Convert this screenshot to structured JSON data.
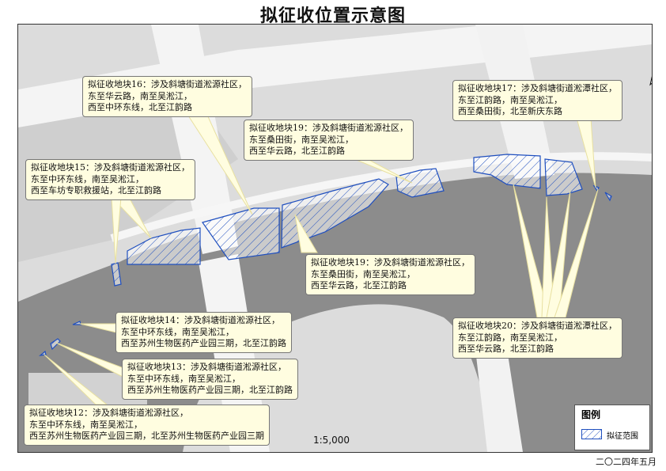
{
  "title": "拟征收位置示意图",
  "scale": "1:5,000",
  "date": "二〇二四年五月",
  "north_label": "N",
  "legend": {
    "title": "图例",
    "item_label": "拟征范围"
  },
  "colors": {
    "parcel_stroke": "#1f4fbf",
    "callout_bg": "#fffde0",
    "water": "#8a8a8a",
    "road": "#ffffff",
    "land": "#dcdcdc"
  },
  "callouts": [
    {
      "id": "16",
      "lines": [
        "拟征收地块16：涉及斜塘街道淞源社区，",
        "东至华云路，南至吴淞江，",
        "西至中环东线，北至江韵路"
      ]
    },
    {
      "id": "17",
      "lines": [
        "拟征收地块17：涉及斜塘街道淞潭社区，",
        "东至江韵路，南至吴淞江，",
        "西至桑田街，北至新庆东路"
      ]
    },
    {
      "id": "19a",
      "lines": [
        "拟征收地块19：涉及斜塘街道淞源社区，",
        "东至桑田街，南至吴淞江，",
        "西至华云路，北至江韵路"
      ]
    },
    {
      "id": "15",
      "lines": [
        "拟征收地块15：涉及斜塘街道淞源社区，",
        "东至中环东线，南至吴淞江，",
        "西至车坊专职救援站，北至江韵路"
      ]
    },
    {
      "id": "19b",
      "lines": [
        "拟征收地块19：涉及斜塘街道淞源社区，",
        "东至桑田街，南至吴淞江，",
        "西至华云路，北至江韵路"
      ]
    },
    {
      "id": "14",
      "lines": [
        "拟征收地块14：涉及斜塘街道淞源社区，",
        "东至中环东线，南至吴淞江，",
        "西至苏州生物医药产业园三期，北至江韵路"
      ]
    },
    {
      "id": "20",
      "lines": [
        "拟征收地块20：涉及斜塘街道淞潭社区，",
        "东至江韵路，南至吴淞江，",
        "西至华云路，北至江韵路"
      ]
    },
    {
      "id": "13",
      "lines": [
        "拟征收地块13：涉及斜塘街道淞源社区，",
        "东至中环东线，南至吴淞江，",
        "西至苏州生物医药产业园三期，北至江韵路"
      ]
    },
    {
      "id": "12",
      "lines": [
        "拟征收地块12：涉及斜塘街道淞源社区，",
        "东至中环东线，南至吴淞江，",
        "西至苏州生物医药产业园三期，北至苏州生物医药产业园三期"
      ]
    }
  ]
}
